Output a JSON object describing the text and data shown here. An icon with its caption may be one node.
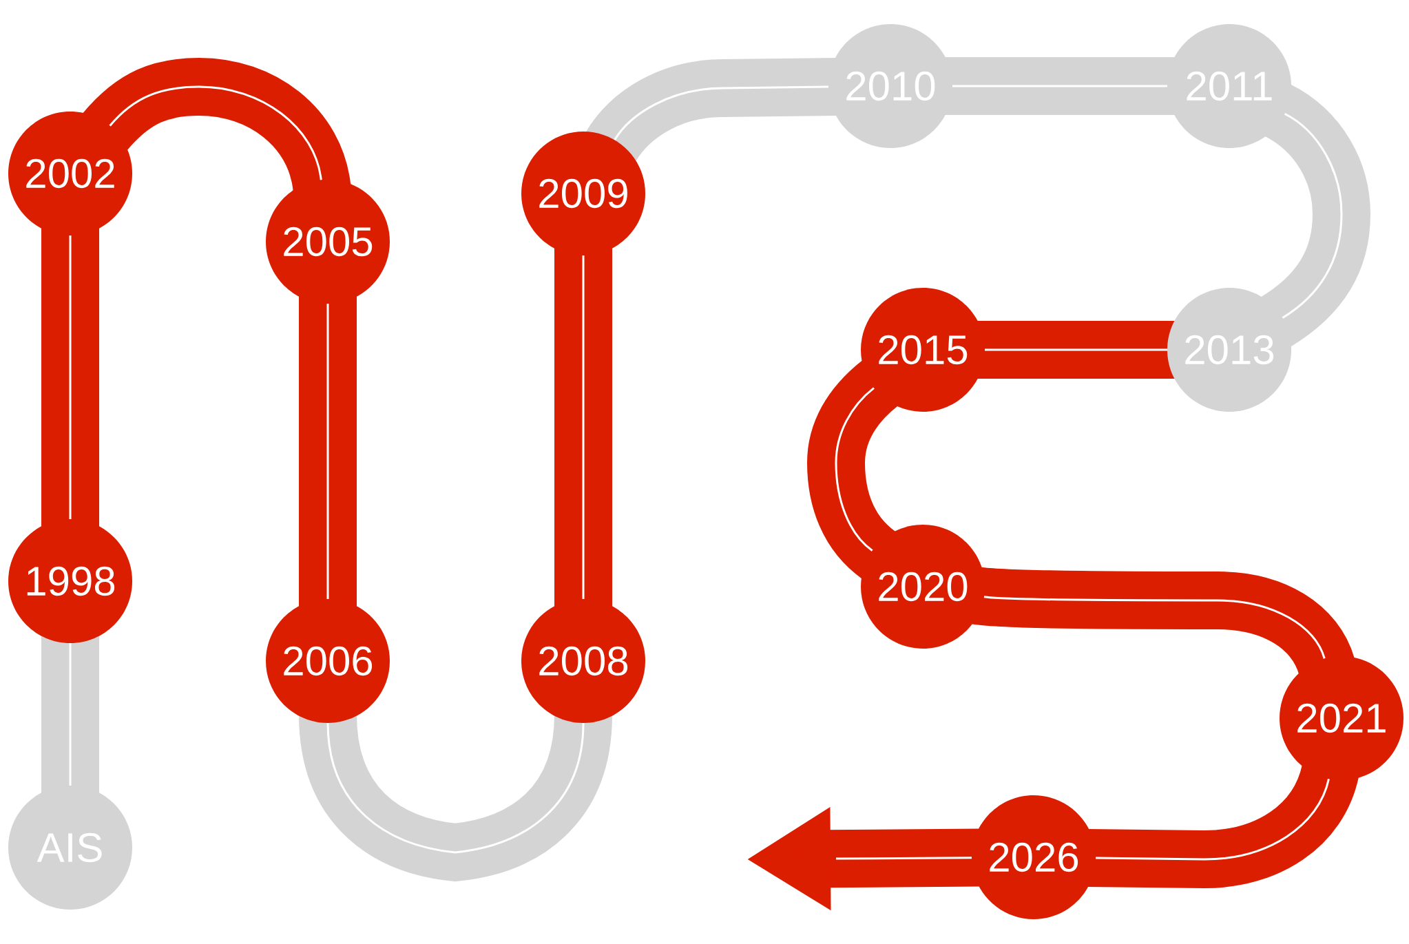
{
  "diagram": {
    "nodes": [
      {
        "text": [
          "AIS"
        ]
      },
      {
        "text": [
          "1998"
        ]
      },
      {
        "text": [
          "2002"
        ]
      },
      {
        "text": [
          "2005"
        ]
      },
      {
        "text": [
          "2006"
        ]
      },
      {
        "text": [
          "2008"
        ]
      },
      {
        "text": [
          "2009"
        ]
      },
      {
        "text": [
          "2010"
        ]
      },
      {
        "text": [
          "2011"
        ]
      },
      {
        "text": [
          "2013"
        ]
      },
      {
        "text": [
          "2015"
        ]
      },
      {
        "text": [
          "2020"
        ]
      },
      {
        "text": [
          "2021"
        ]
      },
      {
        "text": [
          "2026"
        ]
      }
    ],
    "edges": [
      {
        "from": 0,
        "to": 1,
        "arrow": "none",
        "color": "#d4d4d4"
      },
      {
        "from": 1,
        "to": 2,
        "arrow": "none"
      },
      {
        "from": 2,
        "to": 3,
        "arrow": "none"
      },
      {
        "from": 3,
        "to": 4,
        "arrow": "none"
      },
      {
        "from": 4,
        "to": 5,
        "arrow": "none",
        "color": "#d4d4d4"
      },
      {
        "from": 5,
        "to": 6,
        "arrow": "none"
      },
      {
        "from": 6,
        "to": 7,
        "arrow": "none",
        "color": "#d4d4d4"
      },
      {
        "from": 7,
        "to": 8,
        "arrow": "none",
        "color": "#d4d4d4"
      },
      {
        "from": 8,
        "to": 9,
        "arrow": "none",
        "color": "#d4d4d4"
      },
      {
        "from": 9,
        "to": 10,
        "arrow": "none"
      },
      {
        "from": 10,
        "to": 11,
        "arrow": "none"
      },
      {
        "from": 11,
        "to": 12,
        "arrow": "none"
      },
      {
        "from": 12,
        "to": 13,
        "arrow": "none"
      },
      {
        "from": 13,
        "to": null,
        "arrow": "to"
      }
    ]
  }
}
